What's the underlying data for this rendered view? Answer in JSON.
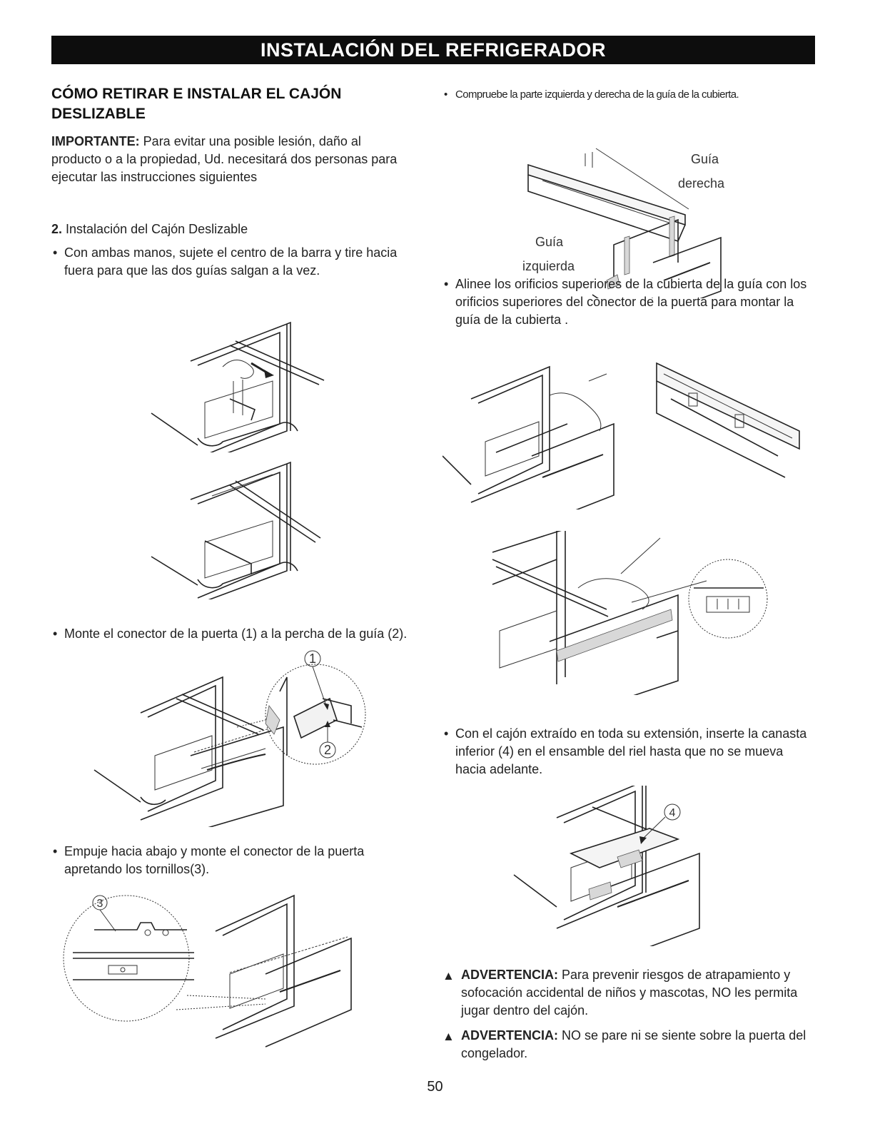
{
  "banner": {
    "title": "INSTALACIÓN DEL REFRIGERADOR"
  },
  "left": {
    "heading_line1": "CÓMO RETIRAR E INSTALAR EL CAJÓN",
    "heading_line2": "DESLIZABLE",
    "important_label": "IMPORTANTE:",
    "important_text": "Para evitar una posible lesión, daño al producto o a la propiedad, Ud. necesitará dos personas para ejecutar las instrucciones siguientes",
    "step_number": "2.",
    "step_title": "Instalación del Cajón Deslizable",
    "bullet1": "Con ambas manos, sujete el centro de la barra y tire hacia fuera para que las dos guías salgan a la vez.",
    "bullet2": "Monte el conector de la puerta (1) a la percha de la guía (2).",
    "bullet3": "Empuje hacia abajo y monte el conector de la puerta apretando los tornillos(3).",
    "callout1": "1",
    "callout2": "2",
    "callout3": "3"
  },
  "right": {
    "bullet1": "Compruebe la parte izquierda y derecha de la guía de la cubierta.",
    "label_right_1": "Guía",
    "label_right_2": "derecha",
    "label_left_1": "Guía",
    "label_left_2": "izquierda",
    "bullet2": "Alinee los orificios superiores de la cubierta de la guía con los orificios superiores del conector de la puerta para montar la guía de la cubierta .",
    "bullet3": "Con el cajón extraído en toda su extensión, inserte la canasta inferior (4) en el ensamble del riel hasta que no se mueva hacia adelante.",
    "callout4": "4",
    "warning1_label": "ADVERTENCIA:",
    "warning1_text": "Para prevenir riesgos de atrapamiento y sofocación accidental de niños y mascotas, NO les permita jugar dentro del cajón.",
    "warning2_label": "ADVERTENCIA:",
    "warning2_text": "NO se pare ni se siente sobre la puerta del congelador."
  },
  "footer": {
    "page_number": "50"
  }
}
